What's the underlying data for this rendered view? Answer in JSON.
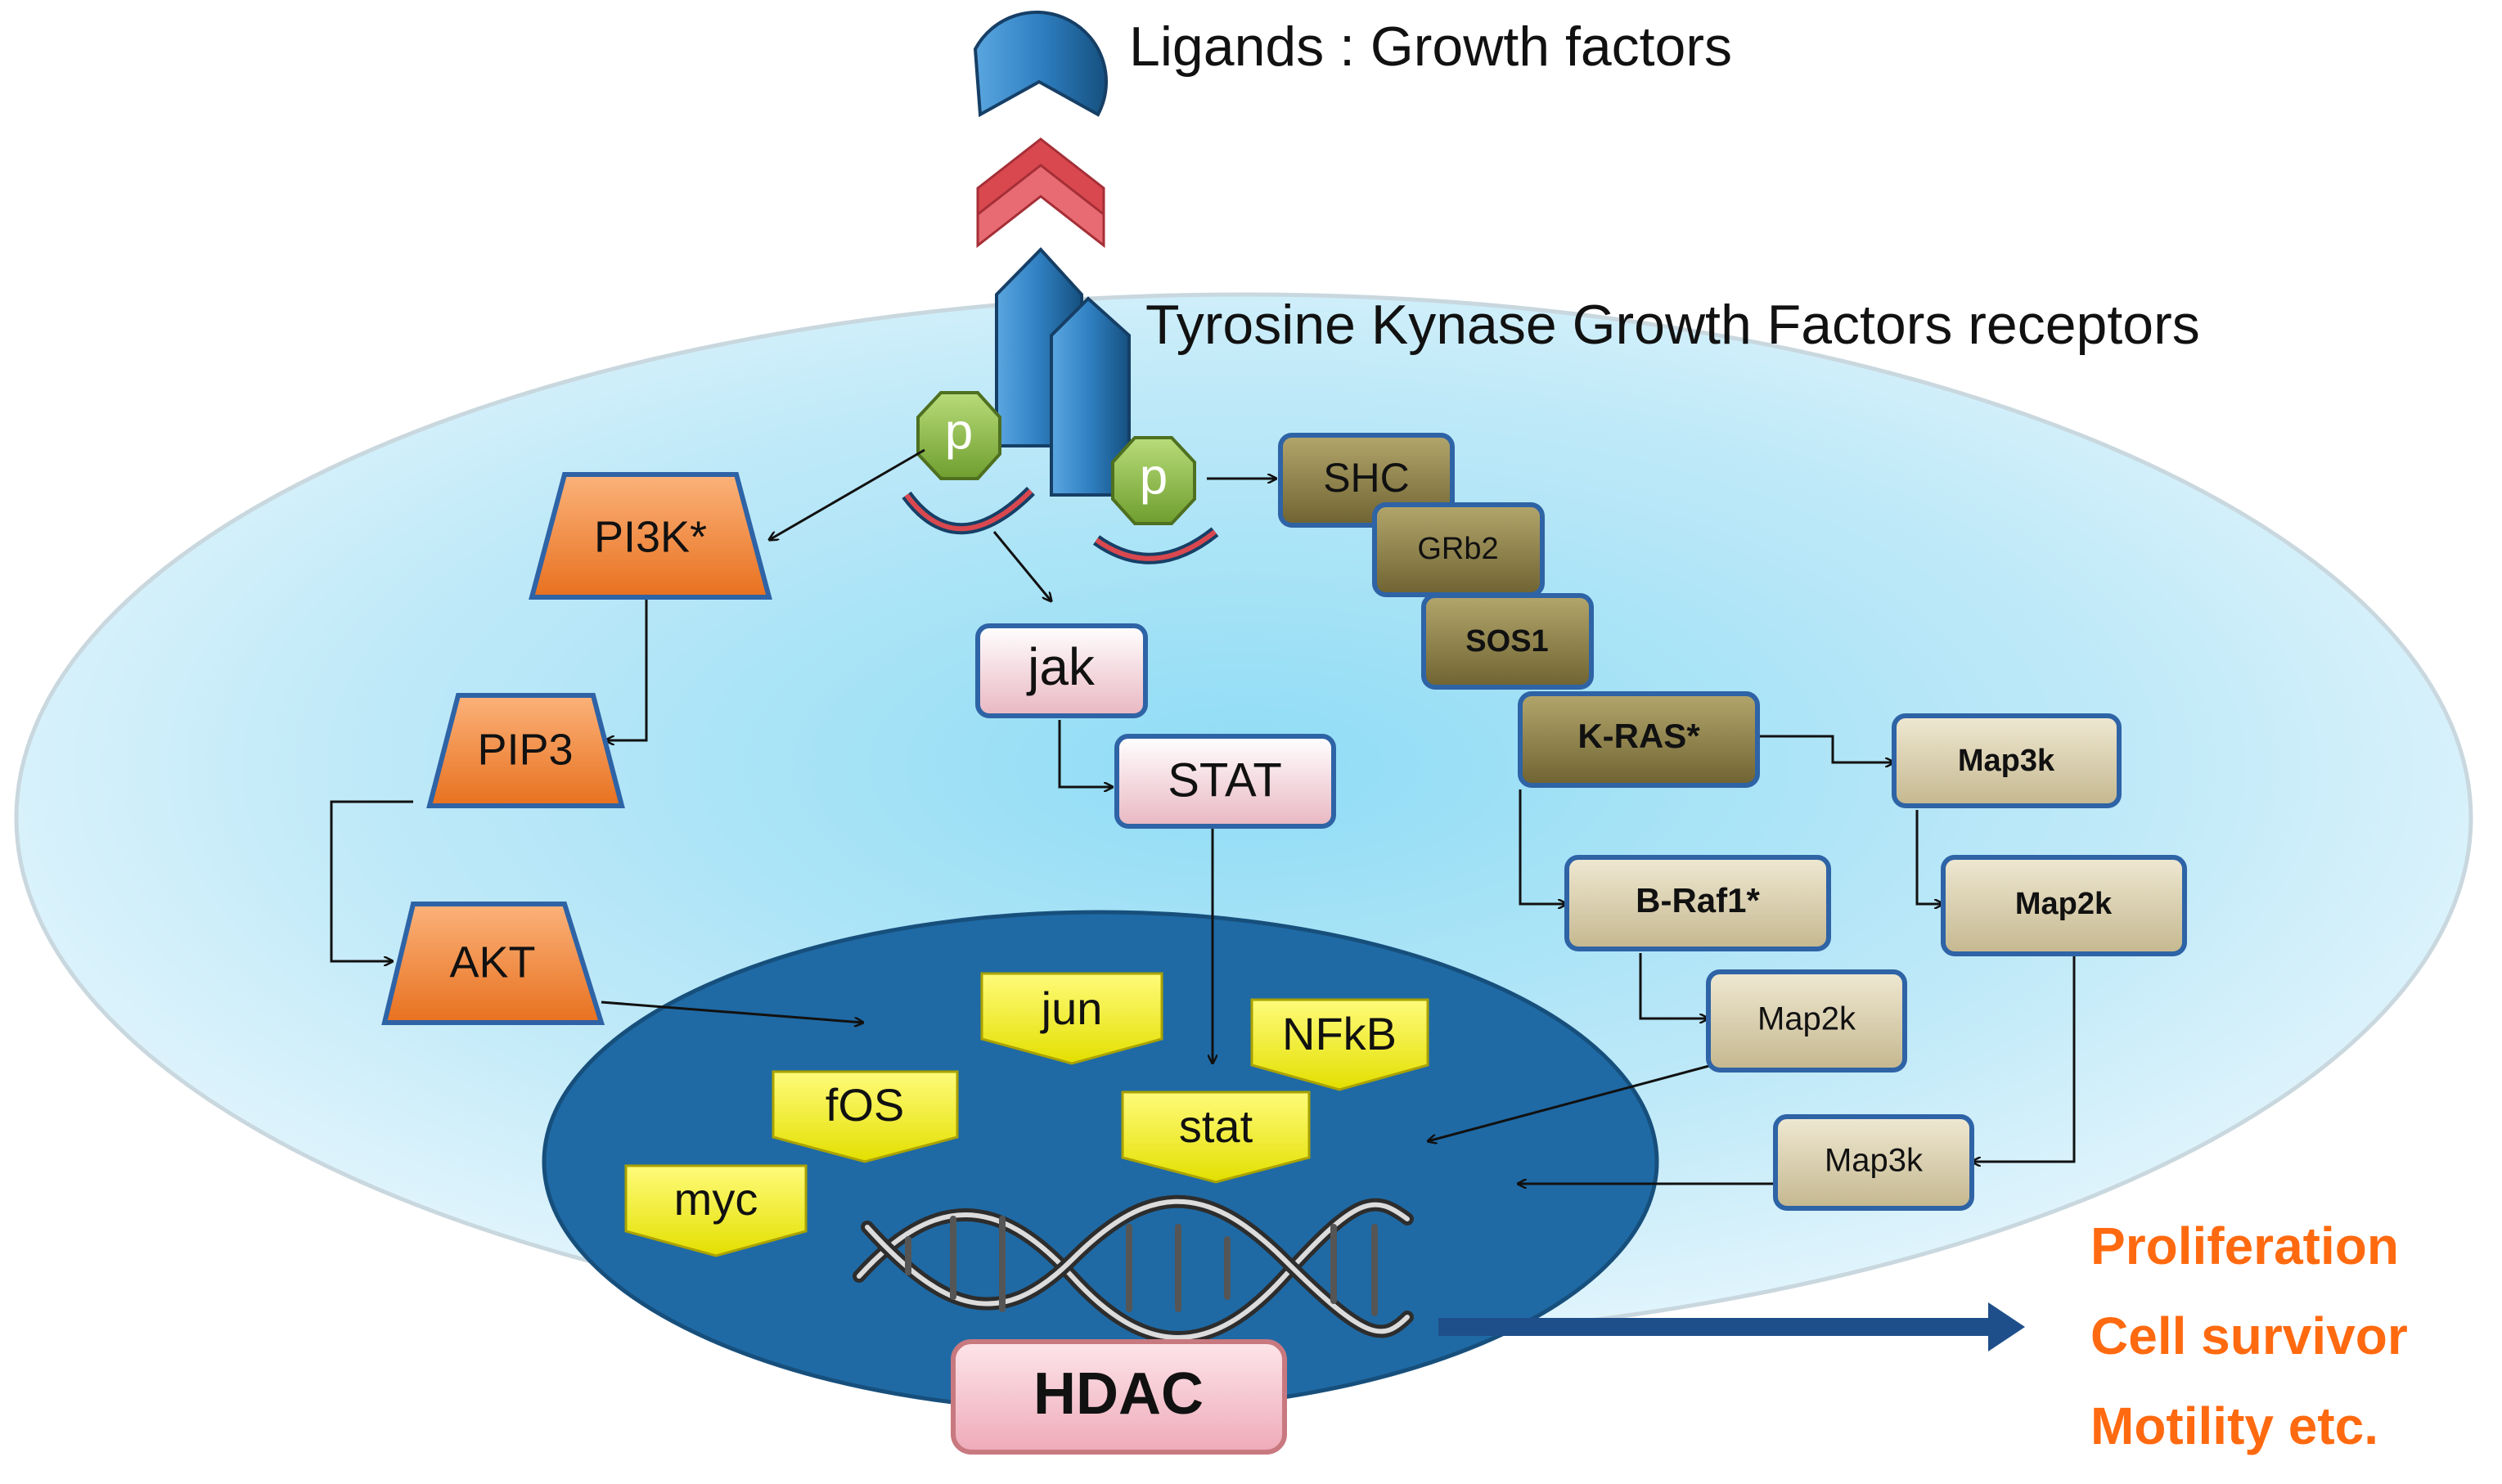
{
  "title": "Ligands : Growth factors",
  "receptor_label": "Tyrosine Kynase Growth Factors receptors",
  "phospho": "p",
  "pi3k_path": {
    "pi3k": "PI3K*",
    "pip3": "PIP3",
    "akt": "AKT"
  },
  "jak_path": {
    "jak": "jak",
    "stat": "STAT"
  },
  "ras_path": {
    "shc": "SHC",
    "grb2": "GRb2",
    "sos1": "SOS1",
    "kras": "K-RAS*",
    "braf": "B-Raf1*",
    "map2k_a": "Map2k",
    "map3k_a": "Map3k",
    "map2k_b": "Map2k",
    "map3k_b": "Map3k"
  },
  "transcription_factors": {
    "jun": "jun",
    "nfkb": "NFkB",
    "fos": "fOS",
    "stat": "stat",
    "myc": "myc"
  },
  "hdac": "HDAC",
  "outcomes": [
    "Proliferation",
    "Cell survivor",
    "Motility etc."
  ],
  "colors": {
    "cell": "#bfe9f8",
    "nucleus": "#1f6aa5",
    "receptor": "#2f7fc1",
    "ligand_red": "#d9484f",
    "pathway_orange": "#f5893a",
    "pathway_olive": "#8c7d44",
    "pathway_tan": "#d6cba8",
    "pink": "#f6d3da",
    "yellow": "#f4f014",
    "outcome_orange": "#ff6a10"
  }
}
